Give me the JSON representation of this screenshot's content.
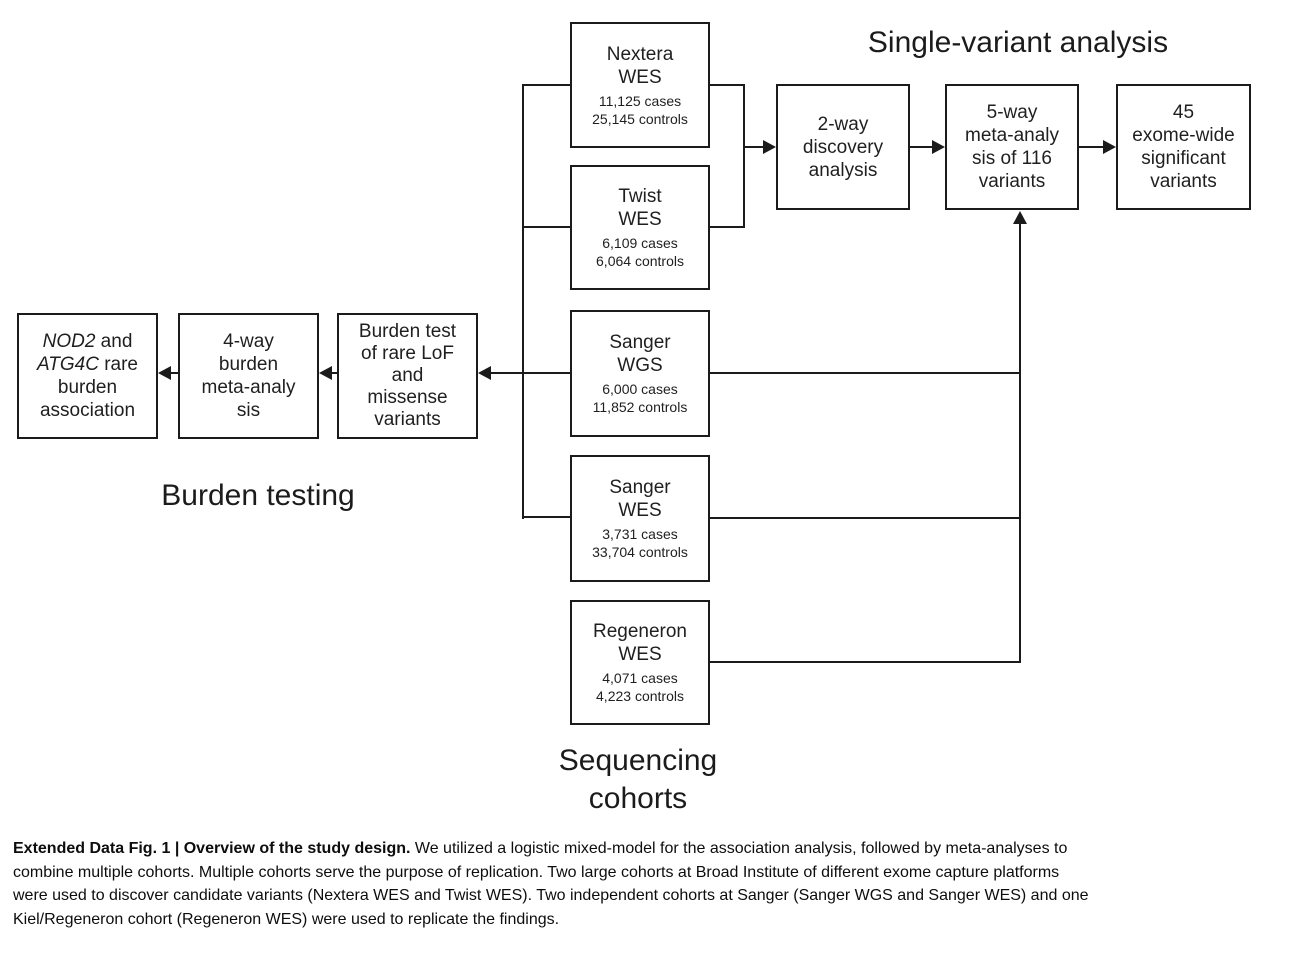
{
  "titles": {
    "single_variant": "Single-variant analysis",
    "burden_testing": "Burden testing",
    "sequencing_line1": "Sequencing",
    "sequencing_line2": "cohorts"
  },
  "cohorts": [
    {
      "name": "Nextera",
      "platform": "WES",
      "cases": "11,125 cases",
      "controls": "25,145 controls"
    },
    {
      "name": "Twist",
      "platform": "WES",
      "cases": "6,109 cases",
      "controls": "6,064 controls"
    },
    {
      "name": "Sanger",
      "platform": "WGS",
      "cases": "6,000 cases",
      "controls": "11,852 controls"
    },
    {
      "name": "Sanger",
      "platform": "WES",
      "cases": "3,731 cases",
      "controls": "33,704 controls"
    },
    {
      "name": "Regeneron",
      "platform": "WES",
      "cases": "4,071 cases",
      "controls": "4,223 controls"
    }
  ],
  "single_variant_flow": [
    {
      "lines": [
        "2-way",
        "discovery",
        "analysis"
      ]
    },
    {
      "lines": [
        "5-way",
        "meta-analy",
        "sis of 116",
        "variants"
      ]
    },
    {
      "lines": [
        "45",
        "exome-wide",
        "significant",
        "variants"
      ]
    }
  ],
  "burden_flow": {
    "result_box": {
      "gene1": "NOD2",
      "gene1_rest": " and",
      "gene2": "ATG4C",
      "gene2_rest": " rare",
      "line3": "burden",
      "line4": "association"
    },
    "meta_box": {
      "lines": [
        "4-way",
        "burden",
        "meta-analy",
        "sis"
      ]
    },
    "test_box": {
      "lines": [
        "Burden test",
        "of rare LoF",
        "and",
        "missense",
        "variants"
      ]
    }
  },
  "caption": {
    "line1_bold": "Extended Data Fig. 1 | Overview of the study design.",
    "line1_rest": " We utilized a logistic mixed-model for the association analysis, followed by meta-analyses to",
    "line2": "combine multiple cohorts. Multiple cohorts serve the purpose of replication. Two large cohorts at Broad Institute of different exome capture platforms",
    "line3": "were used to discover candidate variants (Nextera WES and Twist WES). Two independent cohorts at Sanger (Sanger WGS and Sanger WES) and one",
    "line4": "Kiel/Regeneron cohort (Regeneron WES) were used to replicate the findings."
  },
  "colors": {
    "line": "#1b1b1b",
    "text": "#1f1f1f",
    "background": "#ffffff"
  }
}
